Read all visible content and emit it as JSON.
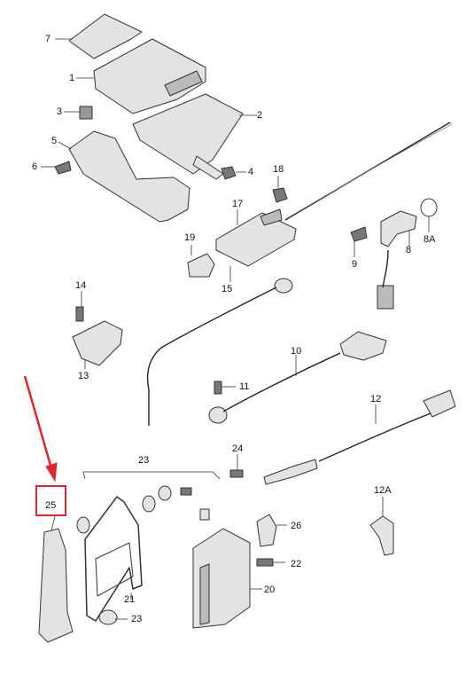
{
  "diagram": {
    "accent_color": "#e0262b",
    "highlighted_part": "25",
    "labels": {
      "l7": "7",
      "l1": "1",
      "l3": "3",
      "l2": "2",
      "l5": "5",
      "l6": "6",
      "l4": "4",
      "l18": "18",
      "l17": "17",
      "l19": "19",
      "l9": "9",
      "l8": "8",
      "l8a": "8A",
      "l15": "15",
      "l14": "14",
      "l13": "13",
      "l10": "10",
      "l11": "11",
      "l12": "12",
      "l24": "24",
      "l23a": "23",
      "l25": "25",
      "l12a": "12A",
      "l26": "26",
      "l22": "22",
      "l21": "21",
      "l20": "20",
      "l23b": "23"
    }
  }
}
